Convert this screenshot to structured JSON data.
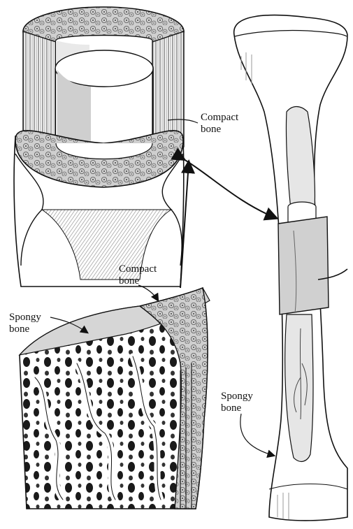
{
  "labels": {
    "compact_bone_upper": {
      "line1": "Compact",
      "line2": "bone"
    },
    "compact_bone_middle": {
      "line1": "Compact",
      "line2": "bone"
    },
    "spongy_bone_left": {
      "line1": "Spongy",
      "line2": "bone"
    },
    "spongy_bone_right": {
      "line1": "Spongy",
      "line2": "bone"
    }
  },
  "colors": {
    "ink": "#111111",
    "cortex_fill": "#d9d9d9",
    "cavity_fill": "#9a9a9a",
    "light_fill": "#f2f2f2",
    "shadow": "#555555"
  }
}
